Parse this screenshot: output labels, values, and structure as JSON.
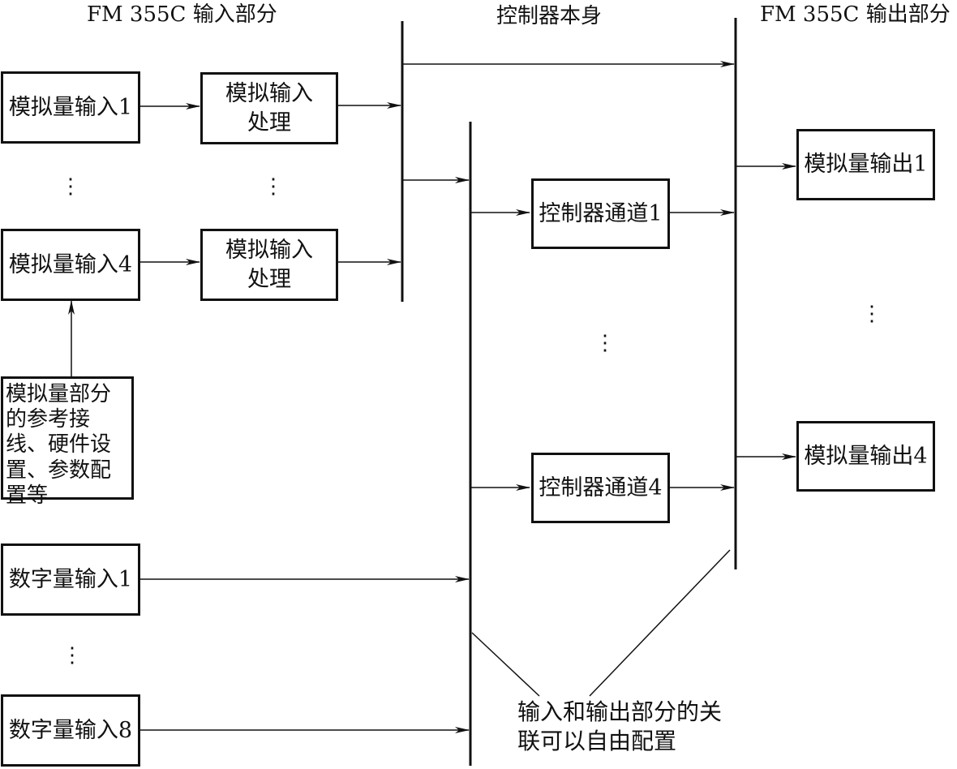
{
  "headers": {
    "input": "FM 355C 输入部分",
    "controller": "控制器本身",
    "output": "FM 355C 输出部分"
  },
  "analog_inputs": [
    "模拟量输入1",
    "模拟量输入4"
  ],
  "analog_processing": [
    "模拟输入处理",
    "模拟输入处理"
  ],
  "reference_note": "模拟量部分的参考接线、硬件设置、参数配置等",
  "digital_inputs": [
    "数字量输入1",
    "数字量输入8"
  ],
  "controller_channels": [
    "控制器通道1",
    "控制器通道4"
  ],
  "analog_outputs": [
    "模拟量输出1",
    "模拟量输出4"
  ],
  "ellipsis": "⋮",
  "caption": "输入和输出部分的关联可以自由配置"
}
